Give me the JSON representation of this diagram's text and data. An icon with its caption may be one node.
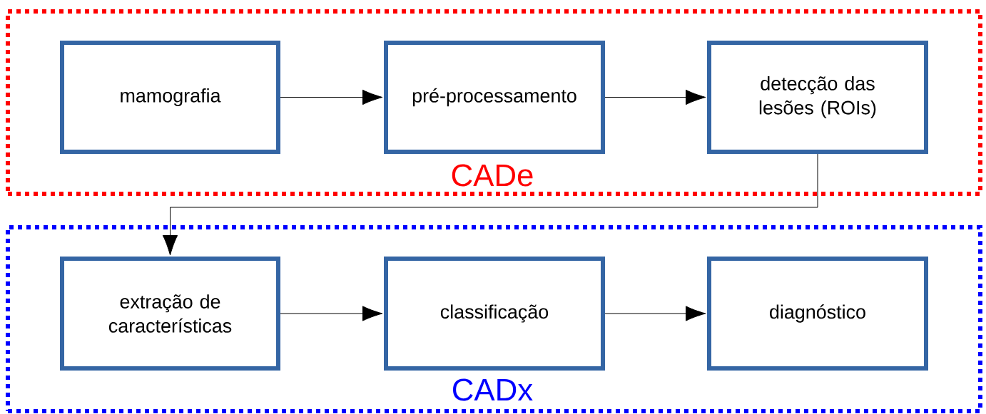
{
  "diagram": {
    "nodes": [
      {
        "text": [
          "CADe"
        ]
      },
      {
        "text": [
          "mamografia"
        ],
        "in": 0
      },
      {
        "text": [
          "pré-processamento"
        ],
        "in": 0
      },
      {
        "text": [
          "detecção das lesões (ROIs)"
        ],
        "in": 0
      },
      {
        "text": [
          "CADx"
        ]
      },
      {
        "text": [
          "extração de características"
        ],
        "in": 4
      },
      {
        "text": [
          "classificação"
        ],
        "in": 4
      },
      {
        "text": [
          "diagnóstico"
        ],
        "in": 4
      }
    ],
    "edges": [
      {
        "from": 1,
        "to": 2,
        "arrow": "to"
      },
      {
        "from": 2,
        "to": 3,
        "arrow": "to"
      },
      {
        "from": 3,
        "to": 5,
        "arrow": "to"
      },
      {
        "from": 5,
        "to": 6,
        "arrow": "to"
      },
      {
        "from": 6,
        "to": 7,
        "arrow": "to"
      }
    ]
  }
}
